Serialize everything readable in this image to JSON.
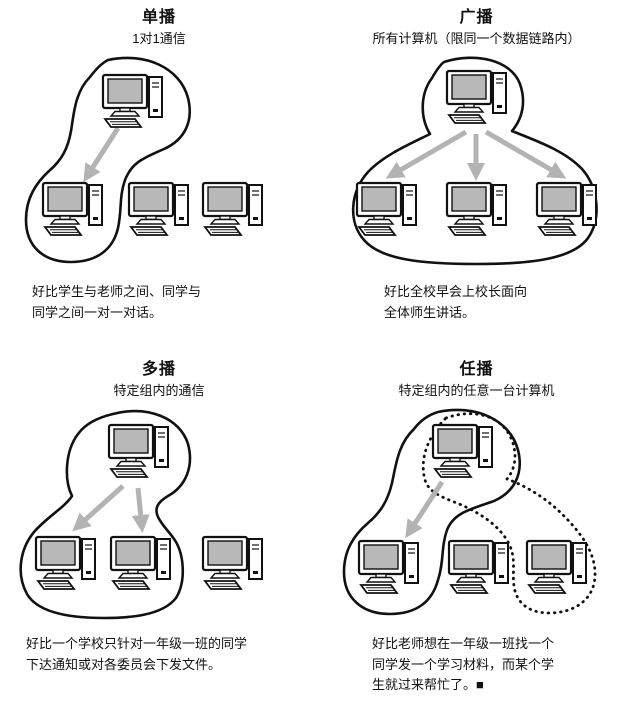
{
  "figure": {
    "colors": {
      "arrow": "#b3b3b3",
      "screen_fill": "#b8b8b8",
      "outline": "#111111"
    },
    "icons": [
      "computer-icon"
    ],
    "panels": [
      {
        "id": "unicast",
        "title": "单播",
        "subtitle": "1对1通信",
        "caption": "好比学生与老师之间、同学与\n同学之间一对一对话。"
      },
      {
        "id": "broadcast",
        "title": "广播",
        "subtitle": "所有计算机（限同一个数据链路内）",
        "caption": "好比全校早会上校长面向\n全体师生讲话。"
      },
      {
        "id": "multicast",
        "title": "多播",
        "subtitle": "特定组内的通信",
        "caption": "好比一个学校只针对一年级一班的同学\n下达通知或对各委员会下发文件。"
      },
      {
        "id": "anycast",
        "title": "任播",
        "subtitle": "特定组内的任意一台计算机",
        "caption": "好比老师想在一年级一班找一个\n同学发一个学习材料，而某个学\n生就过来帮忙了。■"
      }
    ]
  }
}
